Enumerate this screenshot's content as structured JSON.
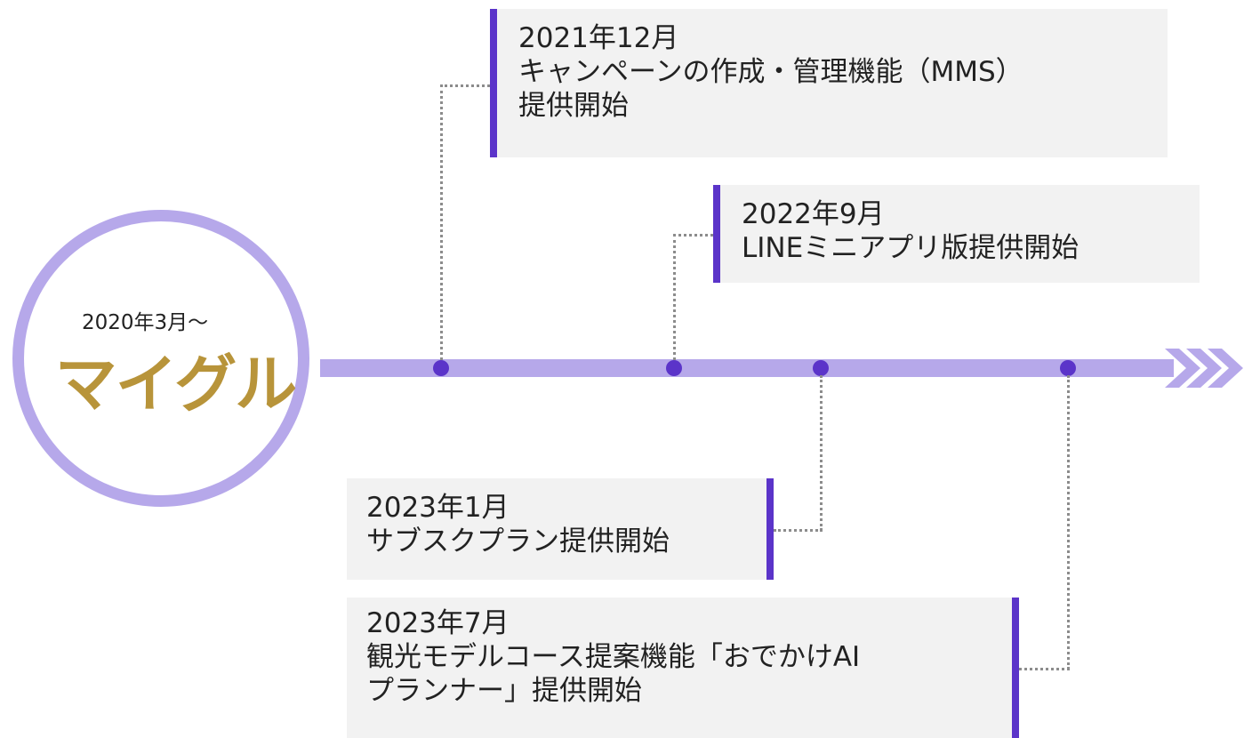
{
  "start": {
    "date_label": "2020年3月～",
    "logo_text": "マイグル",
    "logo_color": "#b8943a"
  },
  "colors": {
    "timeline": "#b6a8ea",
    "accent": "#5b34c9",
    "card_bg": "#f2f2f2",
    "connector": "#8c8c8c"
  },
  "milestones": [
    {
      "date": "2021年12月",
      "lines": [
        "キャンペーンの作成・管理機能（MMS）",
        "提供開始"
      ]
    },
    {
      "date": "2022年9月",
      "lines": [
        "LINEミニアプリ版提供開始"
      ]
    },
    {
      "date": "2023年1月",
      "lines": [
        "サブスクプラン提供開始"
      ]
    },
    {
      "date": "2023年7月",
      "lines": [
        "観光モデルコース提案機能「おでかけAI",
        "プランナー」提供開始"
      ]
    }
  ]
}
